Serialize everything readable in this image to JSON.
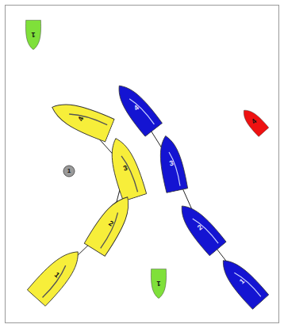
{
  "diagram": {
    "nodes": [
      {
        "text": [
          "1"
        ]
      },
      {
        "text": [
          "4"
        ]
      },
      {
        "text": [
          "4"
        ]
      },
      {
        "text": [
          "4"
        ]
      },
      {
        "text": [
          "3"
        ]
      },
      {
        "text": [
          "1"
        ]
      },
      {
        "text": [
          "3"
        ]
      },
      {
        "text": [
          "2"
        ]
      },
      {
        "text": [
          "2"
        ]
      },
      {
        "text": [
          "1"
        ]
      },
      {
        "text": [
          "1"
        ]
      },
      {
        "text": [
          "1"
        ]
      }
    ],
    "edges": [
      {
        "from": 10,
        "to": 7,
        "arrow": "none"
      },
      {
        "from": 7,
        "to": 6,
        "arrow": "none"
      },
      {
        "from": 6,
        "to": 3,
        "arrow": "none"
      },
      {
        "from": 11,
        "to": 8,
        "arrow": "none"
      },
      {
        "from": 8,
        "to": 4,
        "arrow": "none"
      },
      {
        "from": 4,
        "to": 1,
        "arrow": "none"
      }
    ]
  }
}
